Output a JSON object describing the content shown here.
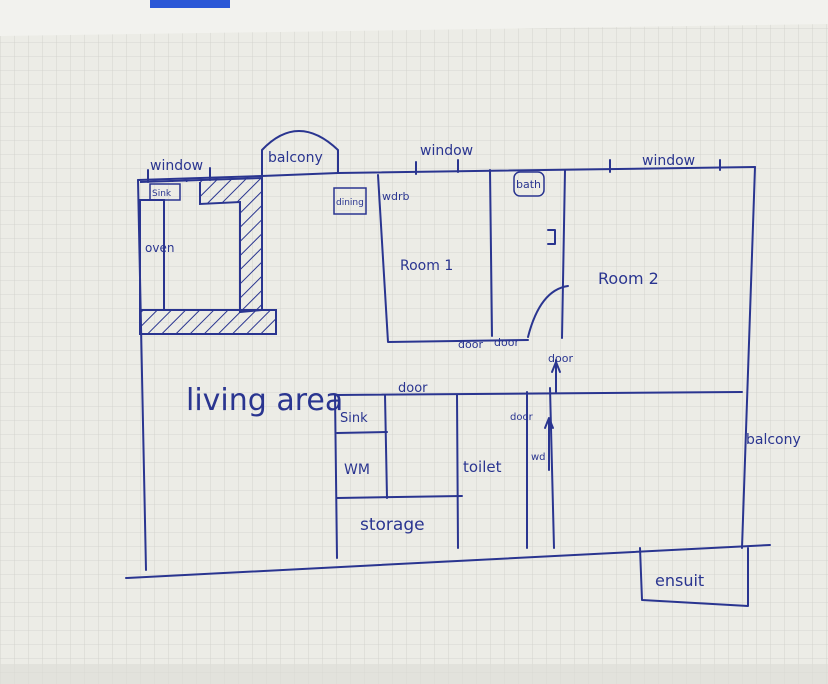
{
  "labels": {
    "window_left": "window",
    "balcony_top": "balcony",
    "window_mid": "window",
    "window_right": "window",
    "sink_kitchen": "Sink",
    "oven": "oven",
    "dining": "dining",
    "wardrobe": "wdrb",
    "bath": "bath",
    "room1": "Room 1",
    "room2": "Room 2",
    "door_room1": "door",
    "door_room2": "door",
    "door_vertical": "door",
    "living_area": "living area",
    "door_corridor": "door",
    "sink_laundry": "Sink",
    "washing_machine": "WM",
    "toilet": "toilet",
    "door_toilet": "door",
    "wardrobe_2": "wd",
    "storage": "storage",
    "balcony_right": "balcony",
    "ensuite": "ensuit"
  },
  "colors": {
    "ink": "#2a3590",
    "paper": "#ecece6",
    "grid": "#cfd0ca",
    "background": "#5a6478",
    "tape": "#2b57d6"
  }
}
